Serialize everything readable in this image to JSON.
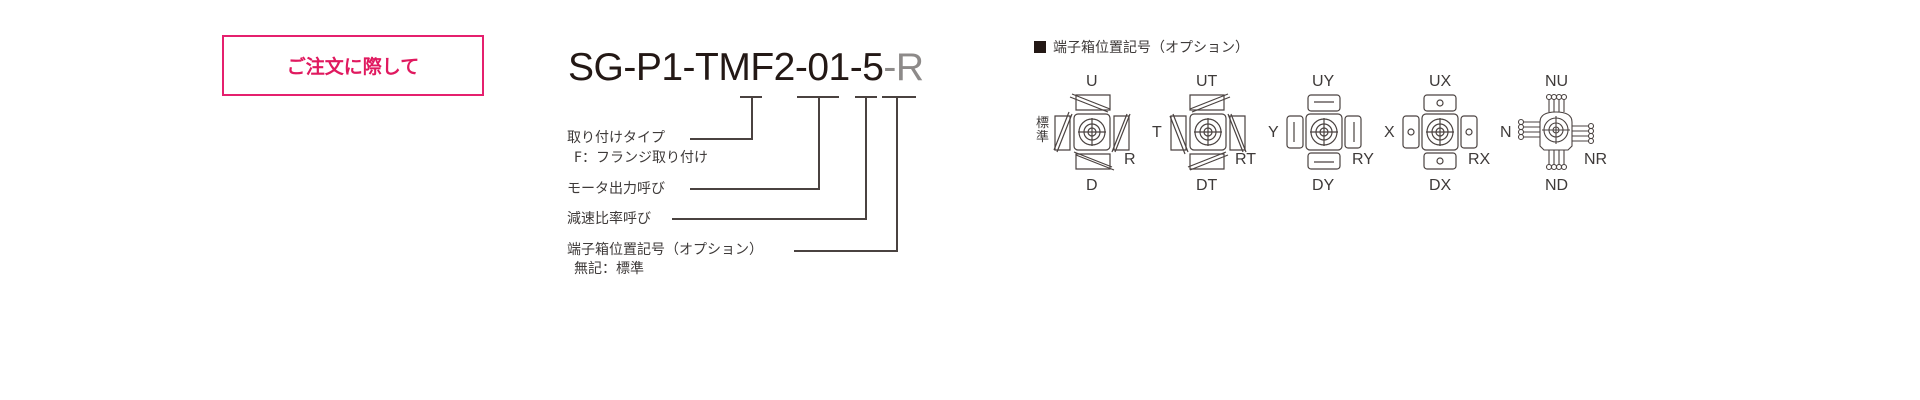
{
  "order_button": {
    "label": "ご注文に際して"
  },
  "model_number": {
    "main": "SG-P1-TMF2-01-5",
    "option_separator": "-",
    "option": "R"
  },
  "legend": {
    "items": [
      {
        "label": "取り付けタイプ",
        "sub": "F：フランジ取り付け"
      },
      {
        "label": "モータ出力呼び"
      },
      {
        "label": "減速比率呼び"
      },
      {
        "label": "端子箱位置記号（オプション）",
        "sub": "無記：標準"
      }
    ]
  },
  "terminal_box": {
    "title": "端子箱位置記号（オプション）",
    "standard_label": "標準",
    "diagrams": [
      {
        "type": "standard",
        "top": "U",
        "left": "",
        "right_bottom": "R",
        "bottom": "D"
      },
      {
        "type": "t",
        "top": "UT",
        "left": "T",
        "right_bottom": "RT",
        "bottom": "DT"
      },
      {
        "type": "y",
        "top": "UY",
        "left": "Y",
        "right_bottom": "RY",
        "bottom": "DY"
      },
      {
        "type": "x",
        "top": "UX",
        "left": "X",
        "right_bottom": "RX",
        "bottom": "DX"
      },
      {
        "type": "n",
        "top": "NU",
        "left": "N",
        "right_bottom": "NR",
        "bottom": "ND"
      }
    ]
  },
  "colors": {
    "accent": "#e5206e",
    "text": "#3e3a39",
    "option_gray": "#8d8a89"
  }
}
